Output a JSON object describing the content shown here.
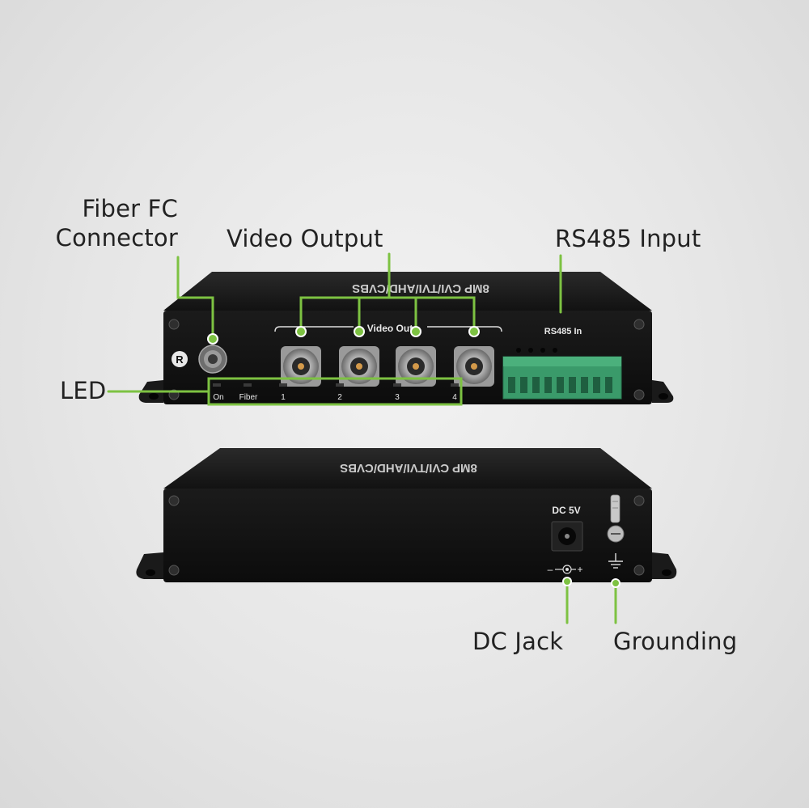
{
  "callouts": {
    "fiber_connector": [
      "Fiber FC",
      "Connector"
    ],
    "video_output": "Video Output",
    "rs485_input": "RS485 Input",
    "led": "LED",
    "dc_jack": "DC Jack",
    "grounding": "Grounding"
  },
  "front_panel": {
    "fiber_marker": "R",
    "video_out_label": "Video Out",
    "rs485_label": "RS485 In",
    "led_labels": [
      "On",
      "Fiber",
      "1",
      "2",
      "3",
      "4"
    ]
  },
  "rear_panel": {
    "power_label": "DC 5V",
    "polarity_minus": "–",
    "polarity_plus": "+"
  },
  "colors": {
    "accent": "#7dc242",
    "device_body": "#141414",
    "terminal_block": "#3a9a6a"
  },
  "icons": [
    "ground-icon",
    "polarity-icon"
  ]
}
